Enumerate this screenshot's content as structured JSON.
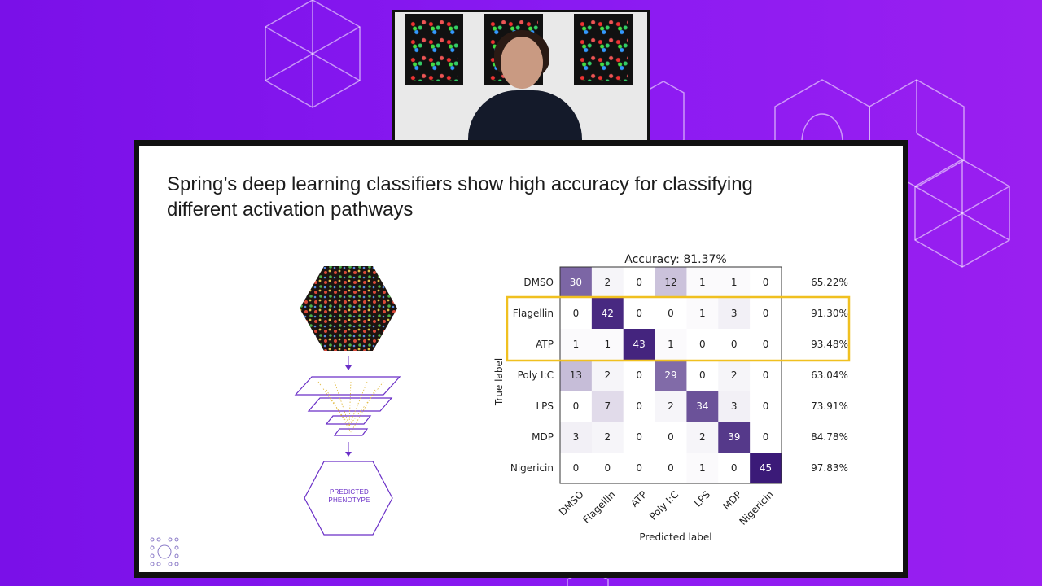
{
  "slide": {
    "title": "Spring’s deep learning classifiers show high accuracy for classifying different activation pathways",
    "predicted_phenotype_label": "PREDICTED\nPHENOTYPE"
  },
  "chart_data": {
    "type": "heatmap",
    "title": "Accuracy: 81.37%",
    "xlabel": "Predicted label",
    "ylabel": "True label",
    "row_labels": [
      "DMSO",
      "Flagellin",
      "ATP",
      "Poly I:C",
      "LPS",
      "MDP",
      "Nigericin"
    ],
    "col_labels": [
      "DMSO",
      "Flagellin",
      "ATP",
      "Poly I:C",
      "LPS",
      "MDP",
      "Nigericin"
    ],
    "matrix": [
      [
        30,
        2,
        0,
        12,
        1,
        1,
        0
      ],
      [
        0,
        42,
        0,
        0,
        1,
        3,
        0
      ],
      [
        1,
        1,
        43,
        1,
        0,
        0,
        0
      ],
      [
        13,
        2,
        0,
        29,
        0,
        2,
        0
      ],
      [
        0,
        7,
        0,
        2,
        34,
        3,
        0
      ],
      [
        3,
        2,
        0,
        0,
        2,
        39,
        0
      ],
      [
        0,
        0,
        0,
        0,
        1,
        0,
        45
      ]
    ],
    "row_accuracy": [
      "65.22%",
      "91.30%",
      "93.48%",
      "63.04%",
      "73.91%",
      "84.78%",
      "97.83%"
    ],
    "colormap": {
      "low": "#ffffff",
      "high": "#3b1a78",
      "max": 45
    },
    "highlight": {
      "rows": [
        "Flagellin",
        "ATP"
      ],
      "color": "#f0c020"
    }
  }
}
